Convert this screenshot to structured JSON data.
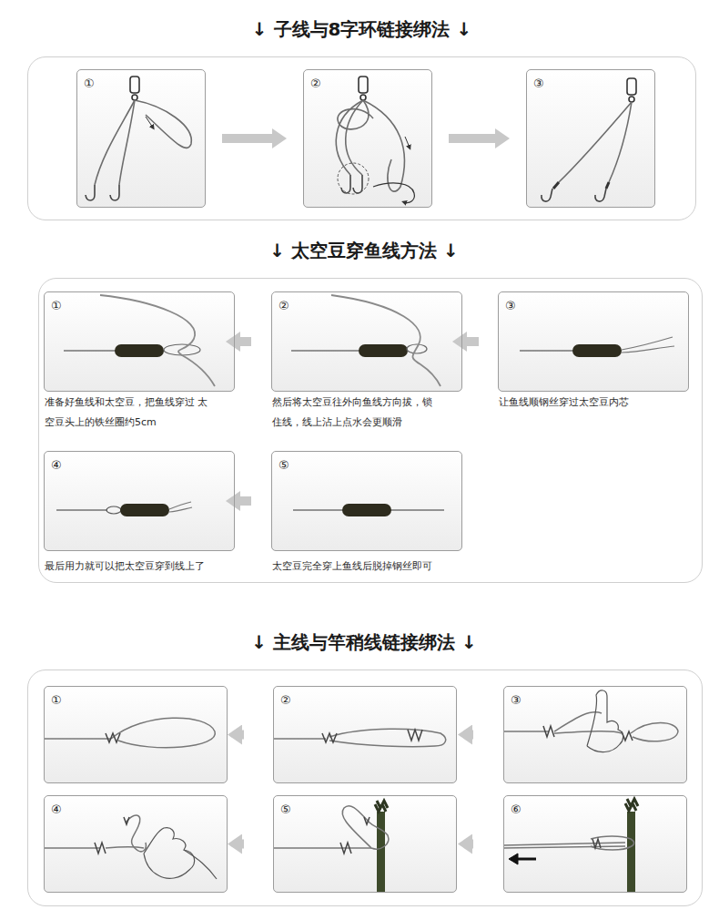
{
  "diagram": {
    "nodes": [
      {
        "text": [
          "↓ 子线与8字环链接绑法 ↓"
        ]
      },
      {
        "text": [
          "①"
        ],
        "in": 0
      },
      {
        "text": [
          "②"
        ],
        "in": 0
      },
      {
        "text": [
          "③"
        ],
        "in": 0
      },
      {
        "text": [
          "↓ 太空豆穿鱼线方法 ↓"
        ]
      },
      {
        "text": [
          "①",
          "准备好鱼线和太空豆，把鱼线穿过 太空豆头上的铁丝圈约5cm"
        ],
        "in": 4
      },
      {
        "text": [
          "②",
          "然后将太空豆往外向鱼线方向拔，锁 住线，线上沾上点水会更顺滑"
        ],
        "in": 4
      },
      {
        "text": [
          "③",
          "让鱼线顺钢丝穿过太空豆内芯"
        ],
        "in": 4
      },
      {
        "text": [
          "④",
          "最后用力就可以把太空豆穿到线上了"
        ],
        "in": 4
      },
      {
        "text": [
          "⑤",
          "太空豆完全穿上鱼线后脱掉钢丝即可"
        ],
        "in": 4
      },
      {
        "text": [
          "↓ 主线与竿稍线链接绑法 ↓"
        ]
      },
      {
        "text": [
          "①"
        ],
        "in": 10
      },
      {
        "text": [
          "②"
        ],
        "in": 10
      },
      {
        "text": [
          "③"
        ],
        "in": 10
      },
      {
        "text": [
          "④"
        ],
        "in": 10
      },
      {
        "text": [
          "⑤"
        ],
        "in": 10
      },
      {
        "text": [
          "⑥"
        ],
        "in": 10
      }
    ],
    "edges": [
      {
        "from": 1,
        "to": 2,
        "arrow": "to"
      },
      {
        "from": 2,
        "to": 3,
        "arrow": "to"
      },
      {
        "from": 5,
        "to": 6,
        "arrow": "to"
      },
      {
        "from": 6,
        "to": 7,
        "arrow": "to"
      },
      {
        "from": 8,
        "to": 9,
        "arrow": "to"
      },
      {
        "from": 11,
        "to": 12,
        "arrow": "to"
      },
      {
        "from": 12,
        "to": 13,
        "arrow": "to"
      },
      {
        "from": 14,
        "to": 15,
        "arrow": "to"
      },
      {
        "from": 15,
        "to": 16,
        "arrow": "to"
      }
    ]
  }
}
